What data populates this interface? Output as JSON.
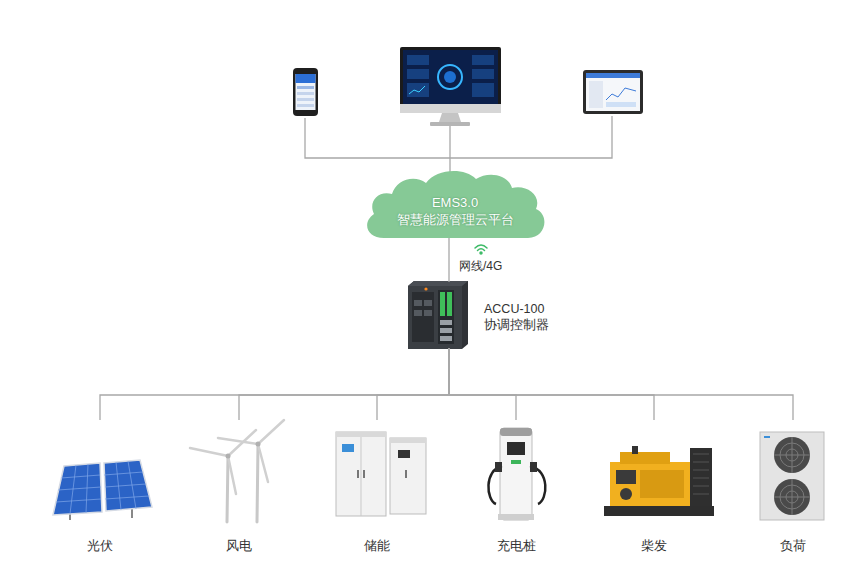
{
  "diagram": {
    "nodes": [
      {
        "text": [
          "EMS3.0",
          "智慧能源管理云平台"
        ]
      },
      {
        "text": [
          "ACCU-100",
          "协调控制器"
        ]
      },
      {
        "text": [
          "光伏"
        ]
      },
      {
        "text": [
          "风电"
        ]
      },
      {
        "text": [
          "储能"
        ]
      },
      {
        "text": [
          "充电桩"
        ]
      },
      {
        "text": [
          "柴发"
        ]
      },
      {
        "text": [
          "负荷"
        ]
      }
    ],
    "edges": [
      {
        "from": 0,
        "to": 1,
        "label": "网线/4G",
        "arrow": "none"
      },
      {
        "from": 1,
        "to": 2,
        "arrow": "none"
      },
      {
        "from": 1,
        "to": 3,
        "arrow": "none"
      },
      {
        "from": 1,
        "to": 4,
        "arrow": "none"
      },
      {
        "from": 1,
        "to": 5,
        "arrow": "none"
      },
      {
        "from": 1,
        "to": 6,
        "arrow": "none"
      },
      {
        "from": 1,
        "to": 7,
        "arrow": "none"
      }
    ]
  }
}
